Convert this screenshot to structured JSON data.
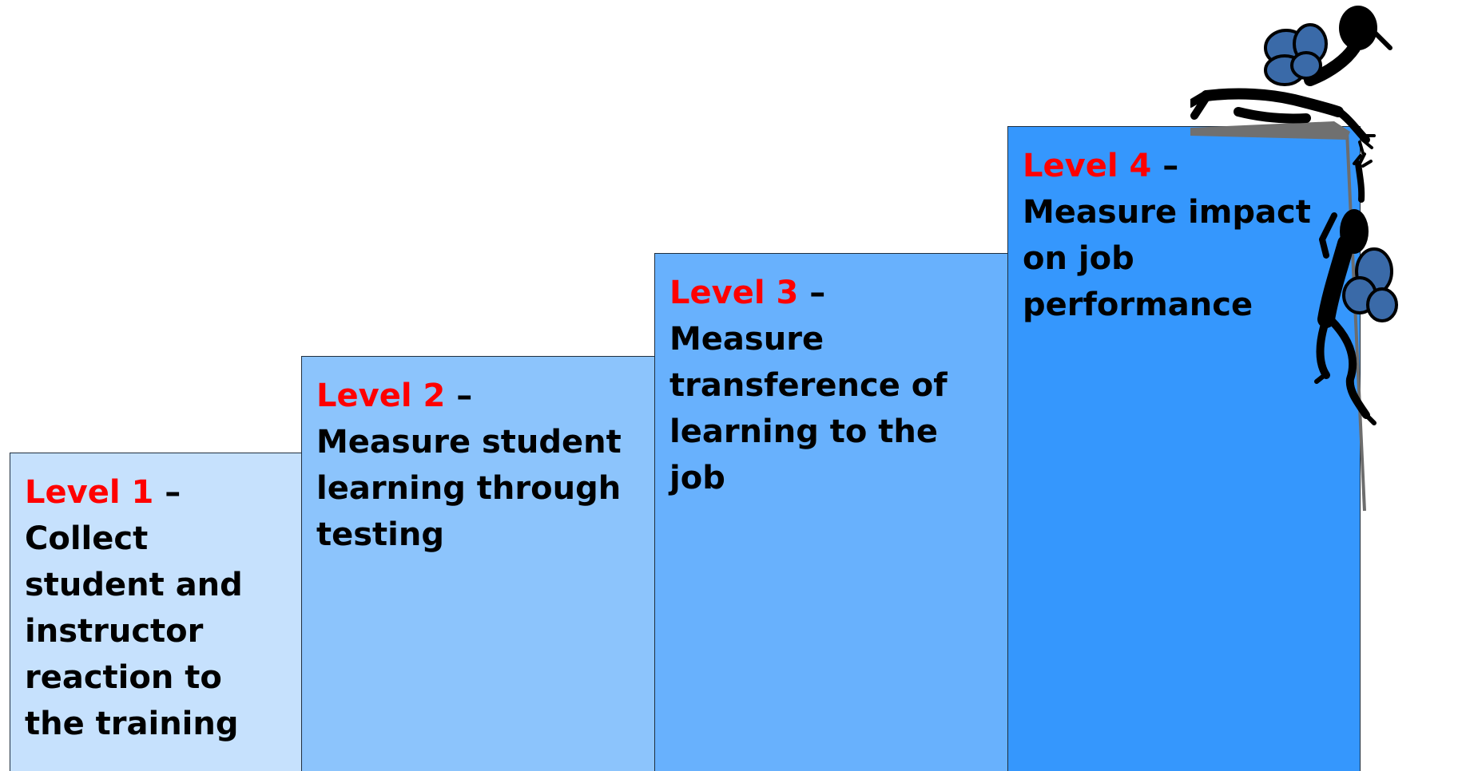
{
  "steps": [
    {
      "level": "Level 1",
      "dash": "–",
      "text": "Collect student and instructor reaction to the training"
    },
    {
      "level": "Level 2",
      "dash": "–",
      "text": "Measure student learning through testing"
    },
    {
      "level": "Level 3",
      "dash": "–",
      "text": "Measure transference of learning to the job"
    },
    {
      "level": "Level 4",
      "dash": "–",
      "text": "Measure impact on job performance"
    }
  ],
  "colors": {
    "level_label": "#ff0000",
    "step1": "#c6e1fd",
    "step2": "#8cc4fc",
    "step3": "#68b1fd",
    "step4": "#3597fd",
    "backpack": "#3a6aa8"
  },
  "illustration": {
    "icon": "mountain-climbers-icon"
  }
}
